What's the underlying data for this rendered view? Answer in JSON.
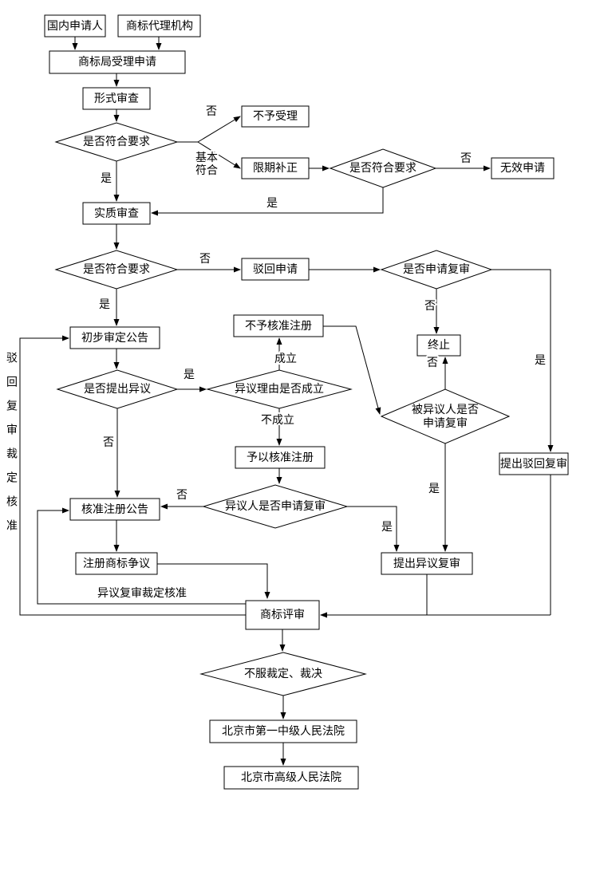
{
  "diagram": {
    "type": "flowchart",
    "language": "zh-CN"
  },
  "colors": {
    "background": "#ffffff",
    "stroke": "#000000",
    "node_fill": "#ffffff",
    "text": "#000000"
  },
  "nodes": {
    "domestic_applicant": "国内申请人",
    "trademark_agency": "商标代理机构",
    "office_accepts": "商标局受理申请",
    "formal_examination": "形式审查",
    "meets_requirements": "是否符合要求",
    "not_accepted": "不予受理",
    "time_limited_correction": "限期补正",
    "invalid_application": "无效申请",
    "substantive_examination": "实质审查",
    "reject_application": "驳回申请",
    "apply_for_review": "是否申请复审",
    "terminate": "终止",
    "preliminary_approval_publication": "初步审定公告",
    "opposition_raised": "是否提出异议",
    "opposition_grounds_valid": "异议理由是否成立",
    "registration_not_approved": "不予核准注册",
    "opposed_party_review_line1": "被异议人是否",
    "opposed_party_review_line2": "申请复审",
    "registration_approved": "予以核准注册",
    "opponent_apply_review": "异议人是否申请复审",
    "registration_publication": "核准注册公告",
    "file_rejection_review": "提出驳回复审",
    "file_opposition_review": "提出异议复审",
    "registered_trademark_dispute": "注册商标争议",
    "trademark_review_board": "商标评审",
    "dissatisfied_ruling": "不服裁定、裁决",
    "first_intermediate_court": "北京市第一中级人民法院",
    "high_court": "北京市高级人民法院"
  },
  "edge_labels": {
    "yes": "是",
    "no": "否",
    "basically_line1": "基本",
    "basically_line2": "符合",
    "established": "成立",
    "not_established": "不成立",
    "opposition_review_ruling_approved": "异议复审裁定核准",
    "rejection_review_ruling_approved": "驳回复审裁定核准"
  }
}
